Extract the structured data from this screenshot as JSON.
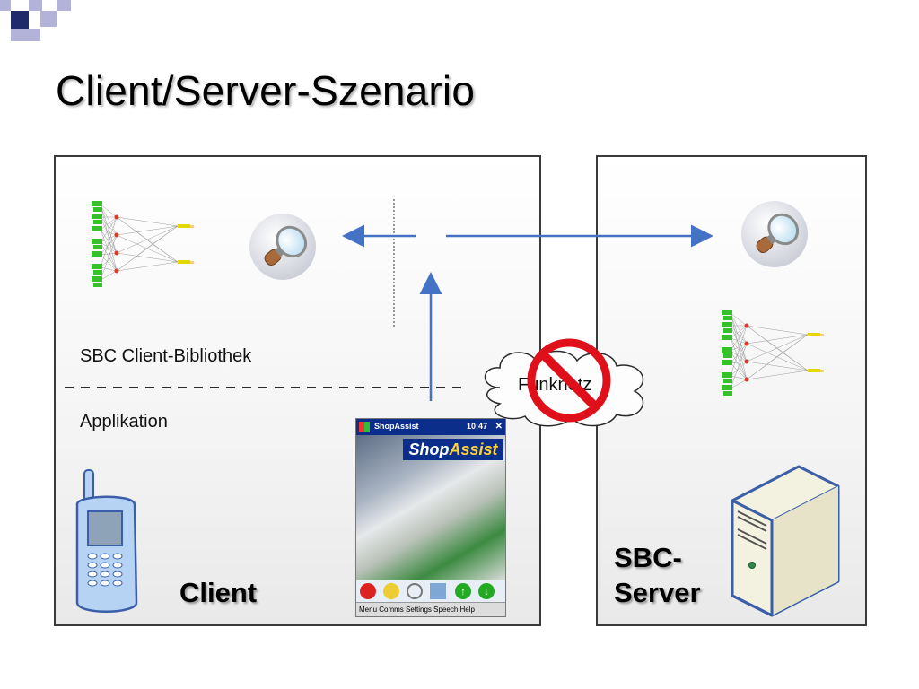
{
  "title": "Client/Server-Szenario",
  "client": {
    "library_label": "SBC Client-Bibliothek",
    "app_label": "Applikation",
    "name_label": "Client"
  },
  "server": {
    "name_line1": "SBC-",
    "name_line2": "Server"
  },
  "network": {
    "label": "Funknetz"
  },
  "pda": {
    "app_title": "ShopAssist",
    "time": "10:47",
    "brand_prefix": "Shop",
    "brand_suffix": "Assist",
    "menu": "Menu  Comms  Settings  Speech  Help"
  },
  "colors": {
    "arrow": "#4472c4",
    "border": "#3a3a3a",
    "prohibited": "#e0101b",
    "node_green": "#36c12b",
    "node_red": "#d63b2b",
    "corner_navy": "#1f2a6b",
    "corner_lavender": "#b3b3d9"
  },
  "icons": [
    "neural-network-icon",
    "magnifier-icon",
    "mobile-phone-icon",
    "server-tower-icon",
    "prohibited-icon",
    "cloud-icon"
  ]
}
